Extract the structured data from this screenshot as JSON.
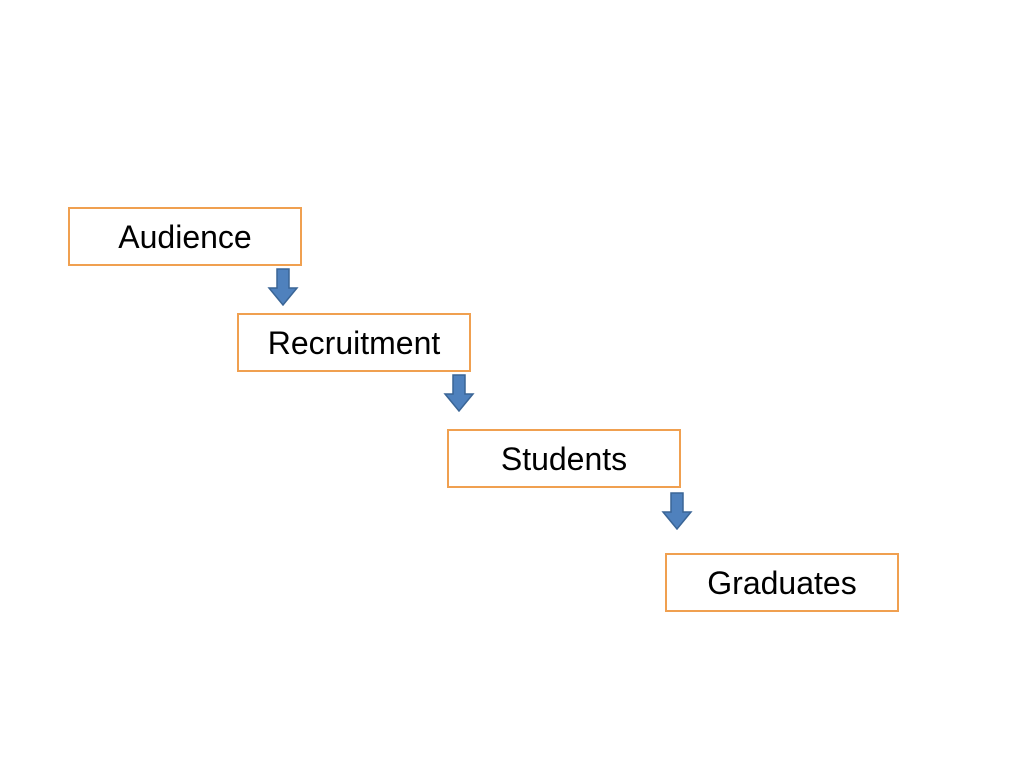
{
  "diagram": {
    "steps": [
      {
        "label": "Audience"
      },
      {
        "label": "Recruitment"
      },
      {
        "label": "Students"
      },
      {
        "label": "Graduates"
      }
    ],
    "colors": {
      "box_border": "#f0a050",
      "arrow_fill": "#4f81bd",
      "arrow_stroke": "#3a6596"
    },
    "connector_icon": "down-arrow-icon"
  }
}
